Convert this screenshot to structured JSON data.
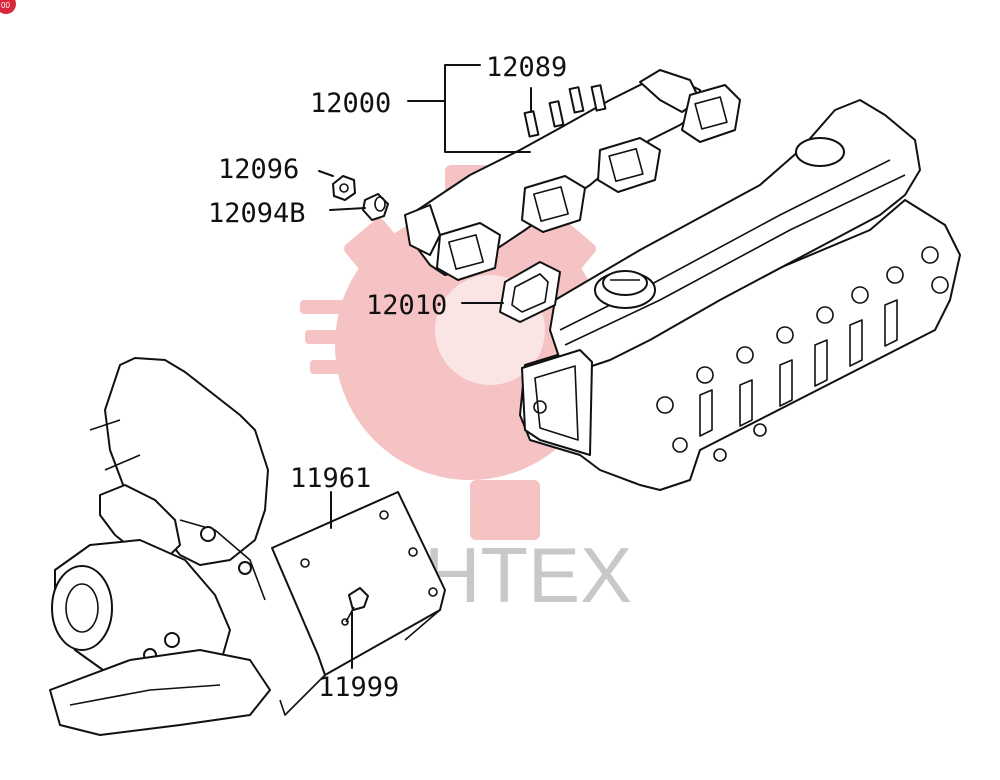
{
  "watermark": {
    "text": "ИНТЕХ",
    "color": "#f4b9b9"
  },
  "corner_badge": {
    "text": "00",
    "color": "#d8283c"
  },
  "callouts": {
    "c12089": "12089",
    "c12000": "12000",
    "c12096": "12096",
    "c12094B": "12094B",
    "c12010": "12010",
    "c11961": "11961",
    "c11999": "11999"
  }
}
